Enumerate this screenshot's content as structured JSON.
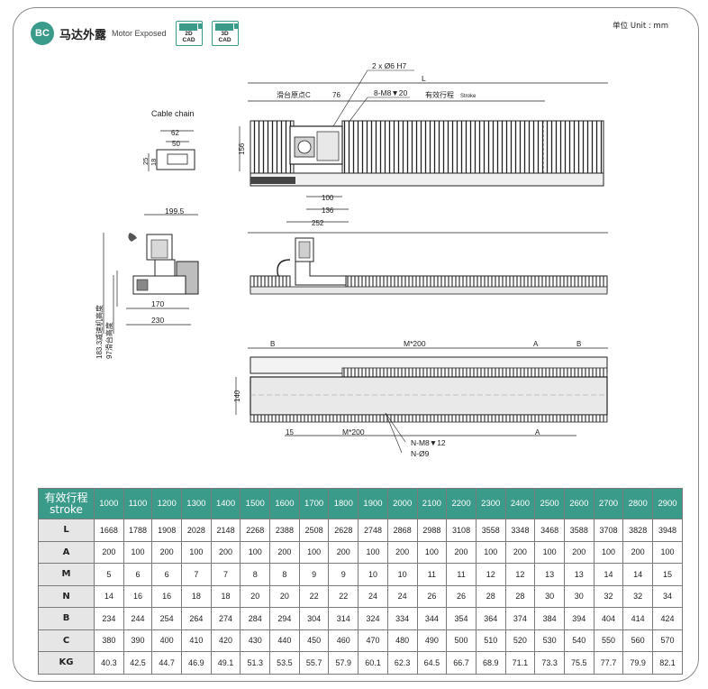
{
  "header": {
    "badge": "BC",
    "title_cn": "马达外露",
    "title_en": "Motor Exposed",
    "cad_2d": [
      "2D",
      "CAD"
    ],
    "cad_3d": [
      "3D",
      "CAD"
    ],
    "unit": "单位 Unit : mm"
  },
  "drawing": {
    "cable_chain": "Cable chain",
    "dim_62": "62",
    "dim_50": "50",
    "dim_25": "25",
    "dim_18": "18",
    "dim_199_5": "199.5",
    "dim_170": "170",
    "dim_230": "230",
    "dim_183": "183.3减速机高度",
    "dim_97": "97滑台高度",
    "callout_hole": "2 x Ø6 H7",
    "dim_L": "L",
    "origin": "滑台原点C",
    "dim_76": "76",
    "callout_m8": "8-M8▼20",
    "stroke_cn": "有效行程",
    "stroke_en": "Stroke",
    "dim_156": "156",
    "dim_100": "100",
    "dim_136": "136",
    "dim_252": "252",
    "dim_B": "B",
    "dim_M200": "M*200",
    "dim_A": "A",
    "dim_140": "140",
    "dim_15": "15",
    "nm8": "N-M8▼12",
    "n9": "N-Ø9"
  },
  "table": {
    "stroke_cn": "有效行程",
    "stroke_en": "stroke",
    "strokes": [
      "1000",
      "1100",
      "1200",
      "1300",
      "1400",
      "1500",
      "1600",
      "1700",
      "1800",
      "1900",
      "2000",
      "2100",
      "2200",
      "2300",
      "2400",
      "2500",
      "2600",
      "2700",
      "2800",
      "2900"
    ],
    "rows": [
      {
        "label": "L",
        "values": [
          "1668",
          "1788",
          "1908",
          "2028",
          "2148",
          "2268",
          "2388",
          "2508",
          "2628",
          "2748",
          "2868",
          "2988",
          "3108",
          "3558",
          "3348",
          "3468",
          "3588",
          "3708",
          "3828",
          "3948"
        ]
      },
      {
        "label": "A",
        "values": [
          "200",
          "100",
          "200",
          "100",
          "200",
          "100",
          "200",
          "100",
          "200",
          "100",
          "200",
          "100",
          "200",
          "100",
          "200",
          "100",
          "200",
          "100",
          "200",
          "100"
        ]
      },
      {
        "label": "M",
        "values": [
          "5",
          "6",
          "6",
          "7",
          "7",
          "8",
          "8",
          "9",
          "9",
          "10",
          "10",
          "11",
          "11",
          "12",
          "12",
          "13",
          "13",
          "14",
          "14",
          "15"
        ]
      },
      {
        "label": "N",
        "values": [
          "14",
          "16",
          "16",
          "18",
          "18",
          "20",
          "20",
          "22",
          "22",
          "24",
          "24",
          "26",
          "26",
          "28",
          "28",
          "30",
          "30",
          "32",
          "32",
          "34"
        ]
      },
      {
        "label": "B",
        "values": [
          "234",
          "244",
          "254",
          "264",
          "274",
          "284",
          "294",
          "304",
          "314",
          "324",
          "334",
          "344",
          "354",
          "364",
          "374",
          "384",
          "394",
          "404",
          "414",
          "424"
        ]
      },
      {
        "label": "C",
        "values": [
          "380",
          "390",
          "400",
          "410",
          "420",
          "430",
          "440",
          "450",
          "460",
          "470",
          "480",
          "490",
          "500",
          "510",
          "520",
          "530",
          "540",
          "550",
          "560",
          "570"
        ]
      },
      {
        "label": "KG",
        "values": [
          "40.3",
          "42.5",
          "44.7",
          "46.9",
          "49.1",
          "51.3",
          "53.5",
          "55.7",
          "57.9",
          "60.1",
          "62.3",
          "64.5",
          "66.7",
          "68.9",
          "71.1",
          "73.3",
          "75.5",
          "77.7",
          "79.9",
          "82.1"
        ]
      }
    ]
  }
}
